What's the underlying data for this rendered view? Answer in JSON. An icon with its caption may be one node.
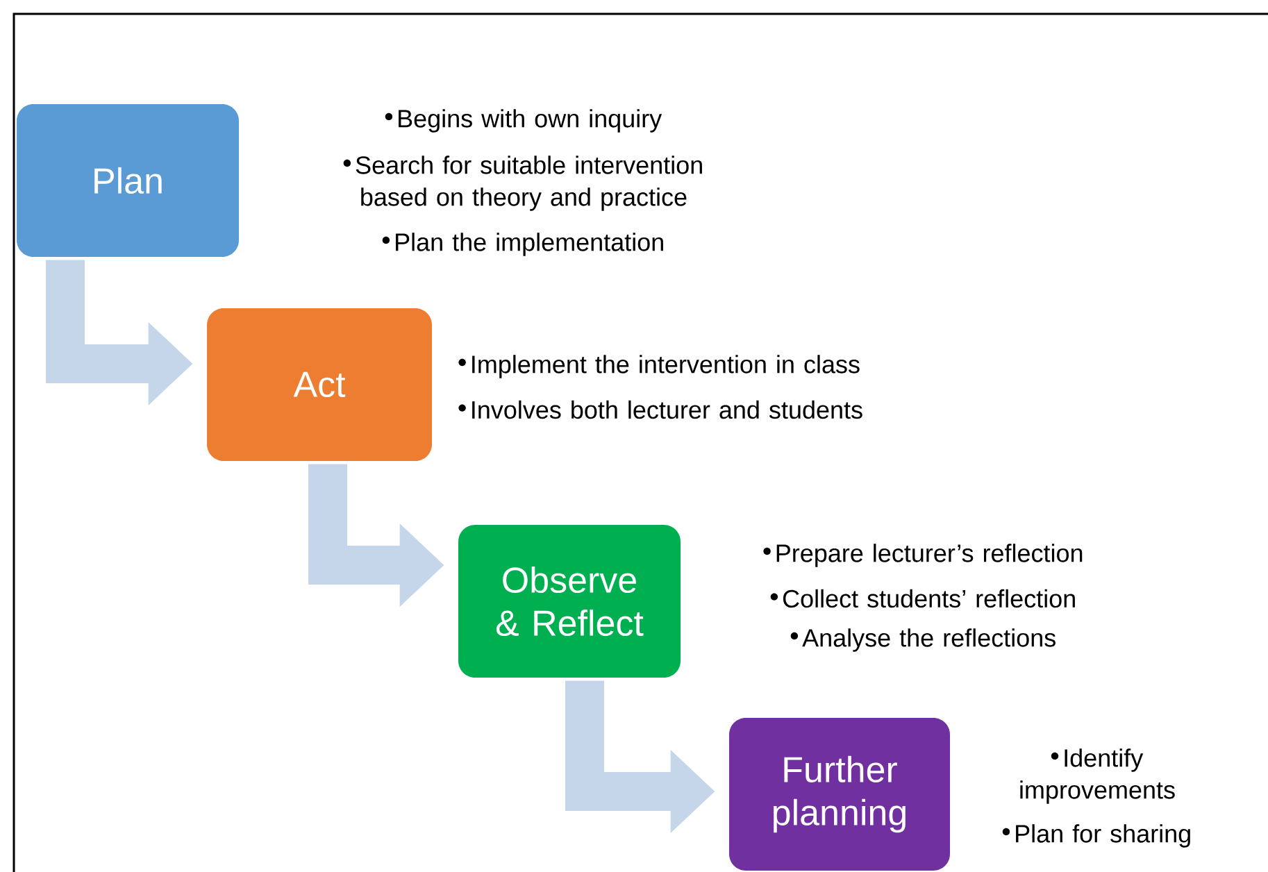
{
  "diagram": {
    "nodes": [
      {
        "text": [
          "Plan"
        ],
        "beside": [
          "Begins with own inquiry",
          "Search for suitable intervention based on theory and practice",
          "Plan the implementation"
        ]
      },
      {
        "text": [
          "Act"
        ],
        "beside": [
          "Implement the intervention in class",
          "Involves both lecturer and students"
        ]
      },
      {
        "text": [
          "Observe & Reflect"
        ],
        "beside": [
          "Prepare lecturer’s reflection",
          "Collect students’ reflection",
          "Analyse the reflections"
        ]
      },
      {
        "text": [
          "Further planning"
        ],
        "beside": [
          "Identify improvements",
          "Plan for sharing"
        ]
      }
    ],
    "edges": [
      {
        "from": 0,
        "to": 1,
        "arrow": "to"
      },
      {
        "from": 1,
        "to": 2,
        "arrow": "to"
      },
      {
        "from": 2,
        "to": 3,
        "arrow": "to"
      }
    ]
  }
}
